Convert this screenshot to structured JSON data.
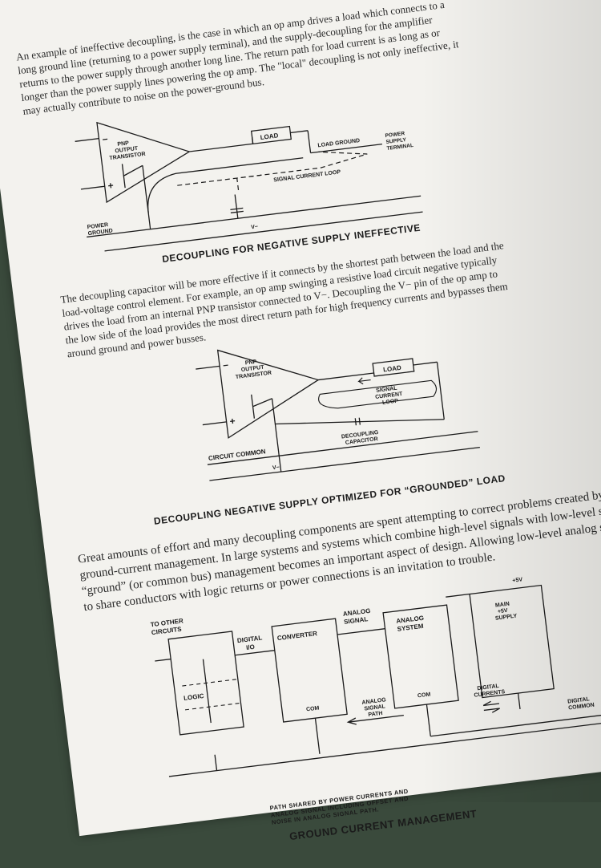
{
  "paragraphs": {
    "p1": "An example of ineffective decoupling, is the case in which an op amp drives a load which connects to a long ground line (returning to a power supply terminal), and the supply-decoupling for the amplifier returns to the power supply through another long line. The return path for load current is as long as or longer than the power supply lines powering the op amp. The \"local\" decoupling is not only ineffective, it may actually contribute to noise on the power-ground bus.",
    "p2": "The decoupling capacitor will be more effective if it connects by the shortest path between the load and the load-voltage control element. For example, an op amp swinging a resistive load circuit negative typically drives the load from an internal PNP transistor connected to V−. Decoupling the V− pin of the op amp to the low side of the load provides the most direct return path for high frequency currents and bypasses them around ground and power busses.",
    "p3": "Great amounts of effort and many decoupling components are spent attempting to correct problems created by poor ground-current management. In large systems and systems which combine high-level signals with low-level signals, “ground” (or common bus) management becomes an important aspect of design. Allowing low-level analog signals to share conductors with logic returns or power connections is an invitation to trouble."
  },
  "fig1": {
    "pnp": "PNP",
    "output": "OUTPUT",
    "transistor": "TRANSISTOR",
    "minus": "−",
    "plus": "+",
    "load": "LOAD",
    "load_ground": "LOAD GROUND",
    "power": "POWER",
    "supply": "SUPPLY",
    "terminal": "TERMINAL",
    "signal_loop": "SIGNAL CURRENT LOOP",
    "power_label": "POWER",
    "ground_label": "GROUND",
    "vminus": "V−",
    "caption": "DECOUPLING FOR NEGATIVE SUPPLY INEFFECTIVE"
  },
  "fig2": {
    "pnp": "PNP",
    "output": "OUTPUT",
    "transistor": "TRANSISTOR",
    "minus": "−",
    "plus": "+",
    "load": "LOAD",
    "signal": "SIGNAL",
    "current": "CURRENT",
    "loop": "LOOP",
    "decoupling": "DECOUPLING",
    "capacitor": "CAPACITOR",
    "circuit_common": "CIRCUIT COMMON",
    "vminus": "V−",
    "caption": "DECOUPLING NEGATIVE SUPPLY OPTIMIZED FOR “GROUNDED” LOAD"
  },
  "fig3": {
    "to_other": "TO OTHER",
    "circuits": "CIRCUITS",
    "digital": "DIGITAL",
    "io": "I/O",
    "converter": "CONVERTER",
    "analog": "ANALOG",
    "signal": "SIGNAL",
    "system": "SYSTEM",
    "plus5v": "+5V",
    "main": "MAIN",
    "main_5v": "+5V",
    "supply": "SUPPLY",
    "logic": "LOGIC",
    "com1": "COM",
    "com2": "COM",
    "analog_signal_path_1": "ANALOG",
    "analog_signal_path_2": "SIGNAL",
    "analog_signal_path_3": "PATH",
    "digital_currents_1": "DIGITAL",
    "digital_currents_2": "CURRENTS",
    "digital_common_1": "DIGITAL",
    "digital_common_2": "COMMON",
    "note_1": "PATH SHARED BY POWER CURRENTS AND",
    "note_2": "ANALOG SIGNAL INCLUDING OFFSET AND",
    "note_3": "NOISE IN ANALOG SIGNAL PATH.",
    "caption": "GROUND CURRENT MANAGEMENT"
  }
}
